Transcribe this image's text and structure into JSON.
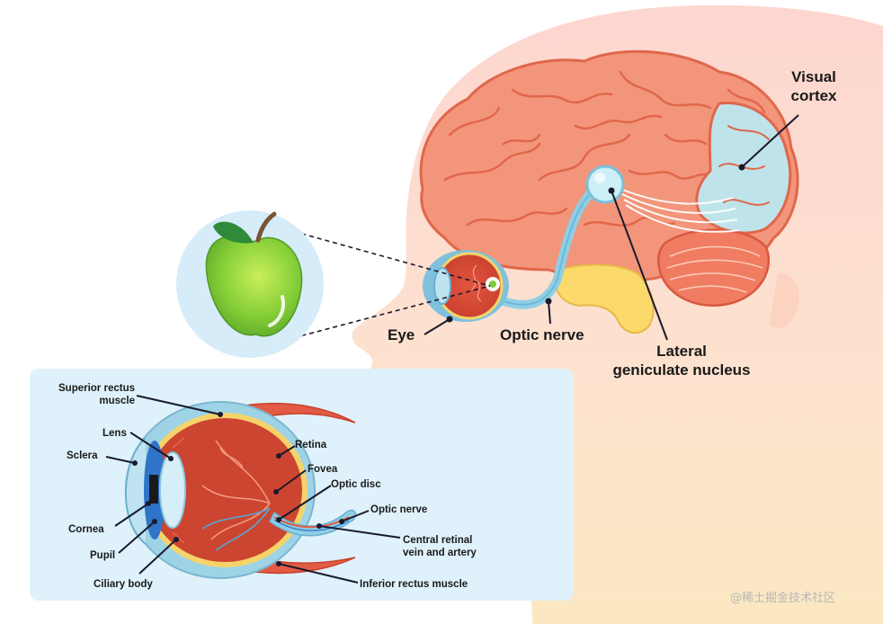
{
  "labels": {
    "eye": "Eye",
    "optic_nerve": "Optic nerve",
    "lateral_line1": "Lateral",
    "lateral_line2": "geniculate nucleus",
    "visual_line1": "Visual",
    "visual_line2": "cortex"
  },
  "detail_labels": {
    "superior_line1": "Superior rectus",
    "superior_line2": "muscle",
    "lens": "Lens",
    "sclera": "Sclera",
    "cornea": "Cornea",
    "pupil": "Pupil",
    "ciliary_body": "Ciliary body",
    "retina": "Retina",
    "fovea": "Fovea",
    "optic_disc": "Optic disc",
    "optic_nerve": "Optic nerve",
    "central_line1": "Central retinal",
    "central_line2": "vein and artery",
    "inferior": "Inferior rectus muscle"
  },
  "watermark": "@稀土掘金技术社区",
  "colors": {
    "skin": "#fde0cf",
    "neck": "#fbe6c4",
    "brain": "#f3957a",
    "brain_outline": "#e0674b",
    "cortex": "#bfe3ea",
    "cerebellum": "#f07d62",
    "brainstem": "#fbd96b",
    "apple": "#8fd13c",
    "leaf": "#2f8a3a",
    "panel": "#dff1fa",
    "nerve": "#8fcfe6"
  },
  "icons": {
    "apple": "apple-illustration",
    "head": "head-silhouette",
    "brain": "brain-illustration",
    "eye": "eye-cross-section"
  }
}
